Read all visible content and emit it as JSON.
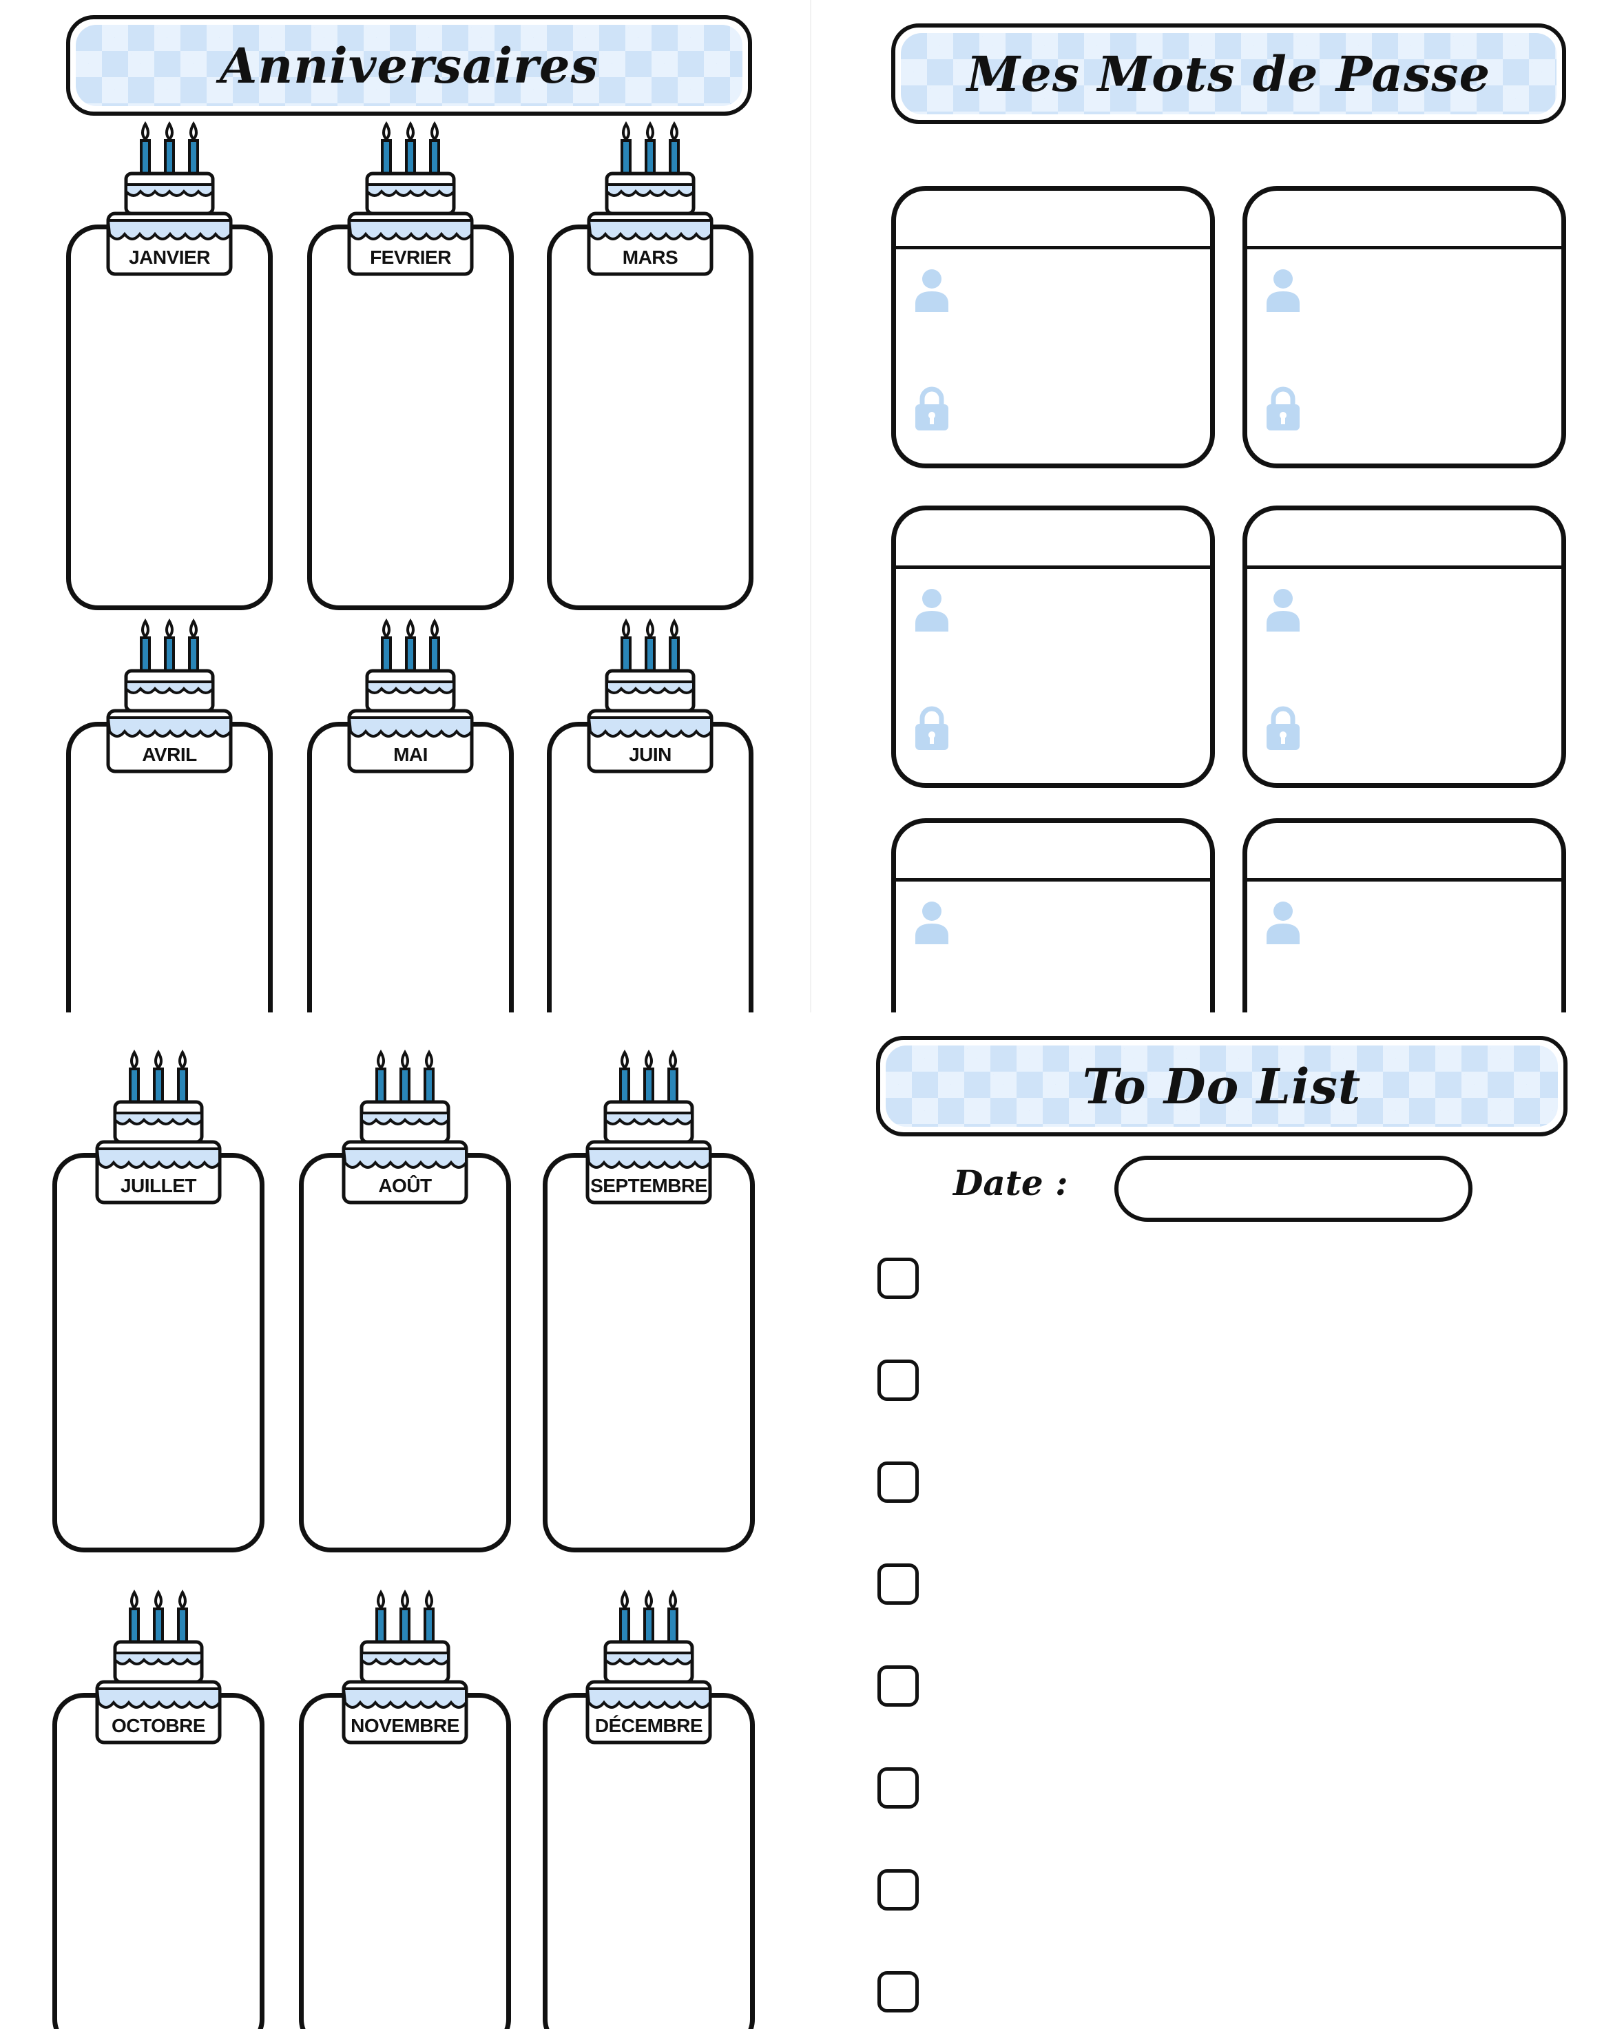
{
  "anniversaires": {
    "title": "Anniversaires",
    "months": [
      "JANVIER",
      "FEVRIER",
      "MARS",
      "AVRIL",
      "MAI",
      "JUIN",
      "JUILLET",
      "AOÛT",
      "SEPTEMBRE",
      "OCTOBRE",
      "NOVEMBRE",
      "DÉCEMBRE"
    ]
  },
  "passwords": {
    "title": "Mes Mots de Passe",
    "user_icon": "user-icon",
    "lock_icon": "lock-icon"
  },
  "todo": {
    "title": "To Do List",
    "date_label": "Date :",
    "checkbox_count": 8
  },
  "colors": {
    "accent_blue": "#cfe3f8",
    "accent_light": "#e8f2fd",
    "candle": "#2a86b8",
    "icon_blue": "#bcd8f3",
    "ink": "#111111"
  }
}
